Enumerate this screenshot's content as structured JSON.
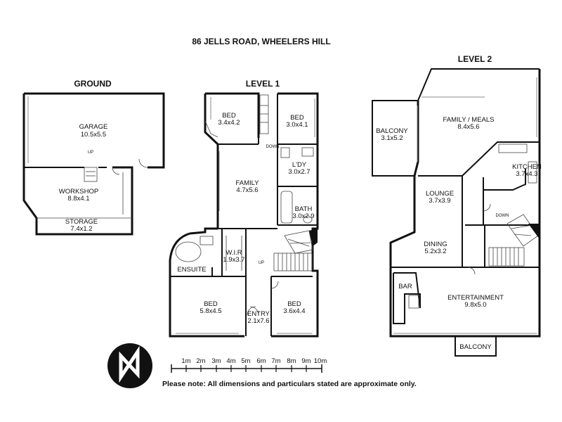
{
  "title": "86 JELLS ROAD, WHEELERS HILL",
  "levels": {
    "ground": {
      "label": "GROUND",
      "rooms": [
        {
          "name": "GARAGE",
          "size": "10.5x5.5"
        },
        {
          "name": "WORKSHOP",
          "size": "8.8x4.1"
        },
        {
          "name": "STORAGE",
          "size": "7.4x1.2"
        }
      ],
      "up_label": "UP"
    },
    "level1": {
      "label": "LEVEL 1",
      "rooms": [
        {
          "name": "BED",
          "size": "3.4x4.2"
        },
        {
          "name": "BED",
          "size": "3.0x4.1"
        },
        {
          "name": "L'DY",
          "size": "3.0x2.7"
        },
        {
          "name": "FAMILY",
          "size": "4.7x5.6"
        },
        {
          "name": "BATH",
          "size": "3.0x2.9"
        },
        {
          "name": "W.I.R",
          "size": "1.9x3.7"
        },
        {
          "name": "ENSUITE",
          "size": ""
        },
        {
          "name": "BED",
          "size": "5.8x4.5"
        },
        {
          "name": "ENTRY",
          "size": "2.1x7.6"
        },
        {
          "name": "BED",
          "size": "3.6x4.4"
        }
      ],
      "down_label": "DOWN",
      "up_label": "UP"
    },
    "level2": {
      "label": "LEVEL 2",
      "rooms": [
        {
          "name": "BALCONY",
          "size": "3.1x5.2"
        },
        {
          "name": "FAMILY / MEALS",
          "size": "8.4x5.6"
        },
        {
          "name": "KITCHEN",
          "size": "3.7x4.3"
        },
        {
          "name": "LOUNGE",
          "size": "3.7x3.9"
        },
        {
          "name": "DINING",
          "size": "5.2x3.2"
        },
        {
          "name": "BAR",
          "size": ""
        },
        {
          "name": "ENTERTAINMENT",
          "size": "9.8x5.0"
        },
        {
          "name": "BALCONY",
          "size": ""
        }
      ],
      "down_label": "DOWN"
    }
  },
  "scale": {
    "ticks": [
      "1m",
      "2m",
      "3m",
      "4m",
      "5m",
      "6m",
      "7m",
      "8m",
      "9m",
      "10m"
    ]
  },
  "compass": {
    "letter": "N",
    "icon": "north-compass-icon"
  },
  "note": "Please note: All dimensions and particulars stated are approximate only."
}
